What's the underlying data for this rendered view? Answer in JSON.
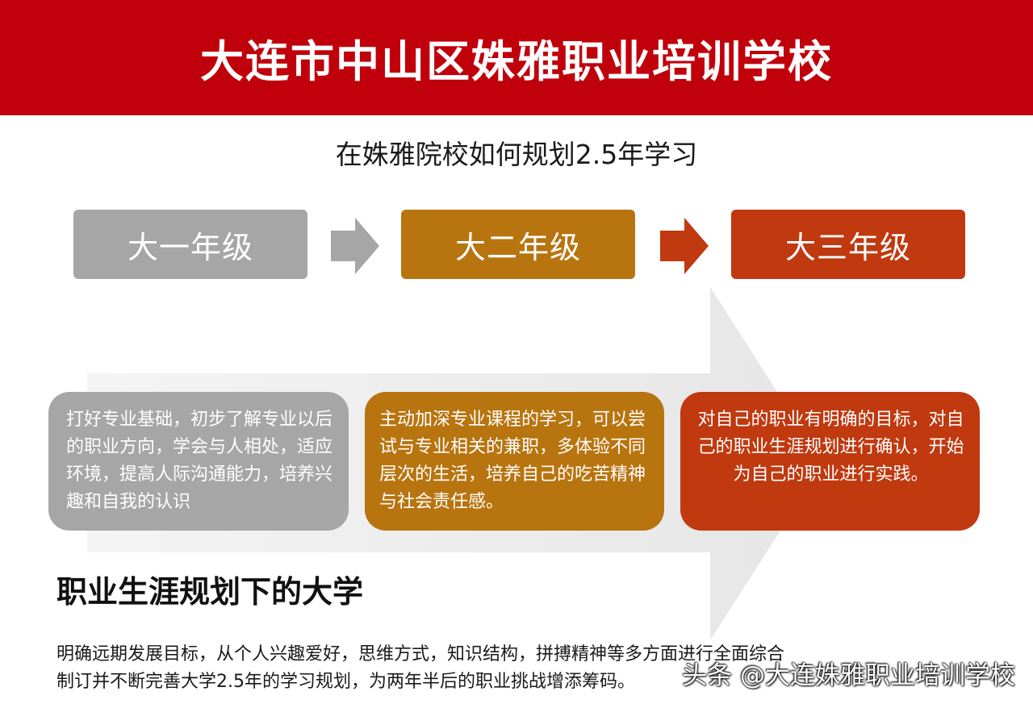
{
  "header": {
    "title": "大连市中山区姝雅职业培训学校",
    "color": "#c0000b"
  },
  "subtitle": "在姝雅院校如何规划2.5年学习",
  "grades": [
    {
      "label": "大一年级",
      "color": "#a6a6a6"
    },
    {
      "label": "大二年级",
      "color": "#b8740f"
    },
    {
      "label": "大三年级",
      "color": "#c0390f"
    }
  ],
  "arrows": [
    {
      "icon": "right-arrow-icon",
      "color": "#a6a6a6"
    },
    {
      "icon": "right-arrow-icon",
      "color": "#c0390f"
    }
  ],
  "descriptions": [
    {
      "text": "打好专业基础，初步了解专业以后的职业方向，学会与人相处，适应环境，提高人际沟通能力，培养兴趣和自我的认识",
      "color": "#a6a6a6"
    },
    {
      "text": "主动加深专业课程的学习，可以尝试与专业相关的兼职，多体验不同层次的生活，培养自己的吃苦精神与社会责任感。",
      "color": "#b8740f"
    },
    {
      "text": "对自己的职业有明确的目标，对自己的职业生涯规划进行确认，开始为自己的职业进行实践。",
      "color": "#c0390f"
    }
  ],
  "section_heading": "职业生涯规划下的大学",
  "body_lines": [
    "明确远期发展目标，从个人兴趣爱好，思维方式，知识结构，拼搏精神等多方面进行全面综合",
    "制订并不断完善大学2.5年的学习规划，为两年半后的职业挑战增添筹码。"
  ],
  "watermark": "头条 @大连姝雅职业培训学校"
}
